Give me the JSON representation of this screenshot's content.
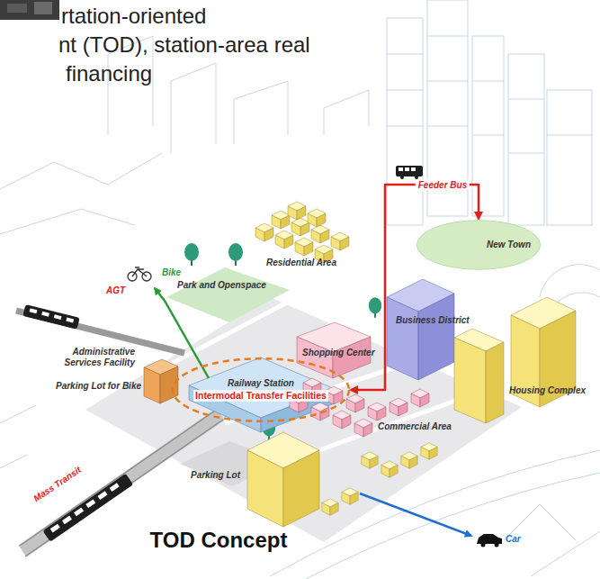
{
  "diagram": {
    "caption": "TOD Concept",
    "nodes": [
      {
        "text": [
          "New Town"
        ]
      },
      {
        "text": [
          "Railway Station",
          "Intermodal Transfer Facilities"
        ]
      }
    ],
    "edges": [
      {
        "from": 1,
        "to": 0,
        "label": "Feeder Bus",
        "arrow": "both"
      }
    ],
    "labels": [
      "rtation-oriented",
      "nt (TOD), station-area real",
      "financing",
      "Bike",
      "AGT",
      "Residential Area",
      "Park and Openspace",
      "Business District",
      "Administrative Services Facility",
      "Parking Lot for Bike",
      "Shopping Center",
      "Housing Complex",
      "Commercial Area",
      "Mass Transit",
      "Parking Lot",
      "Car"
    ]
  }
}
